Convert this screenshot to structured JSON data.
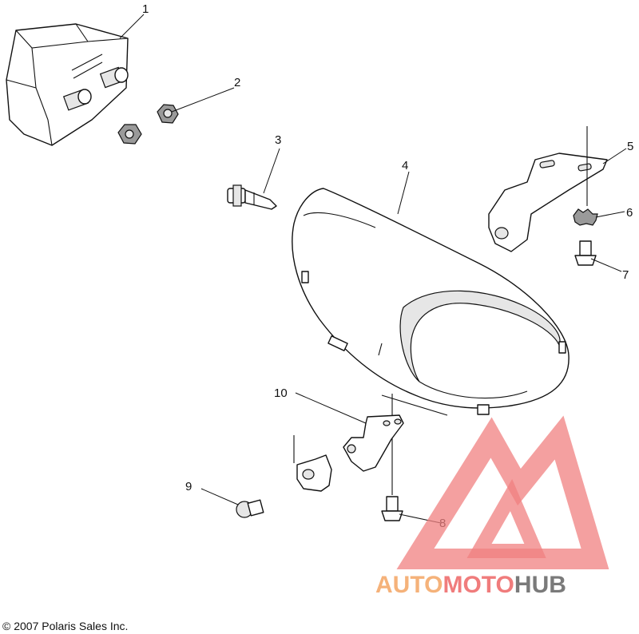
{
  "callouts": [
    {
      "id": 1,
      "label": "1"
    },
    {
      "id": 2,
      "label": "2"
    },
    {
      "id": 3,
      "label": "3"
    },
    {
      "id": 4,
      "label": "4"
    },
    {
      "id": 5,
      "label": "5"
    },
    {
      "id": 6,
      "label": "6"
    },
    {
      "id": 7,
      "label": "7"
    },
    {
      "id": 8,
      "label": "8"
    },
    {
      "id": 9,
      "label": "9"
    },
    {
      "id": 10,
      "label": "10"
    }
  ],
  "watermark": {
    "part1": "AUTO",
    "part2": "MOTO",
    "part3": "HUB",
    "colors": {
      "auto": "#f5b27a",
      "moto": "#f07c7c",
      "hub": "#7a7a7a",
      "logo": "#f08080"
    }
  },
  "copyright": "© 2007 Polaris Sales Inc."
}
